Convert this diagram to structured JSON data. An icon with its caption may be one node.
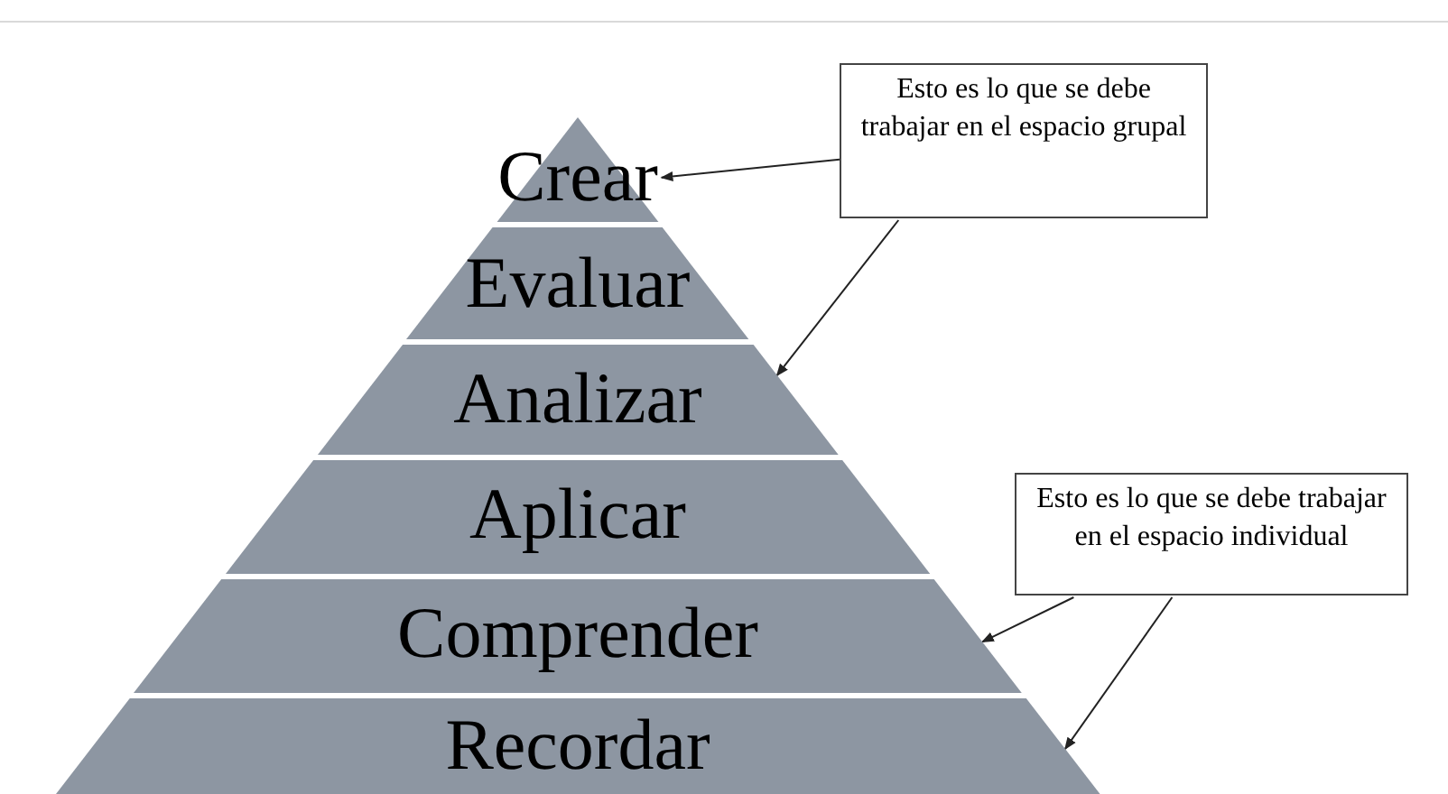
{
  "diagram": {
    "nodes": [
      {
        "text": [
          "Crear"
        ]
      },
      {
        "text": [
          "Evaluar"
        ]
      },
      {
        "text": [
          "Analizar"
        ]
      },
      {
        "text": [
          "Aplicar"
        ]
      },
      {
        "text": [
          "Comprender"
        ]
      },
      {
        "text": [
          "Recordar"
        ]
      },
      {
        "text": [
          "Esto es lo que se debe trabajar en el espacio grupal"
        ]
      },
      {
        "text": [
          "Esto es lo que se debe trabajar en el espacio individual"
        ]
      }
    ],
    "edges": [
      {
        "from": 6,
        "to": 0,
        "arrow": "to"
      },
      {
        "from": 6,
        "to": 2,
        "arrow": "to"
      },
      {
        "from": 7,
        "to": 4,
        "arrow": "to"
      },
      {
        "from": 7,
        "to": 5,
        "arrow": "to"
      }
    ]
  }
}
